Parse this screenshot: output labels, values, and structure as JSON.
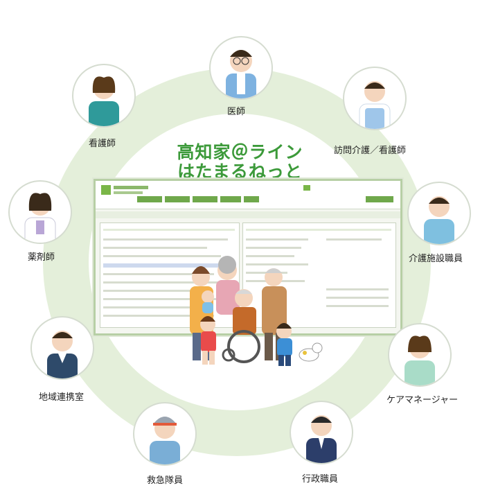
{
  "title_lines": [
    "高知家＠ライン",
    "はたまるねっと"
  ],
  "roles": [
    {
      "key": "doctor",
      "label": "医師",
      "icon": "doctor-icon"
    },
    {
      "key": "home-care-nurse",
      "label": "訪問介護／看護師",
      "icon": "home-care-nurse-icon"
    },
    {
      "key": "care-facility-staff",
      "label": "介護施設職員",
      "icon": "care-facility-staff-icon"
    },
    {
      "key": "care-manager",
      "label": "ケアマネージャー",
      "icon": "care-manager-icon"
    },
    {
      "key": "admin-staff",
      "label": "行政職員",
      "icon": "admin-staff-icon"
    },
    {
      "key": "paramedic",
      "label": "救急隊員",
      "icon": "paramedic-icon"
    },
    {
      "key": "regional-liaison",
      "label": "地域連携室",
      "icon": "regional-liaison-icon"
    },
    {
      "key": "pharmacist",
      "label": "薬剤師",
      "icon": "pharmacist-icon"
    },
    {
      "key": "nurse",
      "label": "看護師",
      "icon": "nurse-icon"
    }
  ],
  "colors": {
    "title_green": "#3c9a3a",
    "ring_green": "#e4efda",
    "screen_border": "#b7cfa5"
  }
}
